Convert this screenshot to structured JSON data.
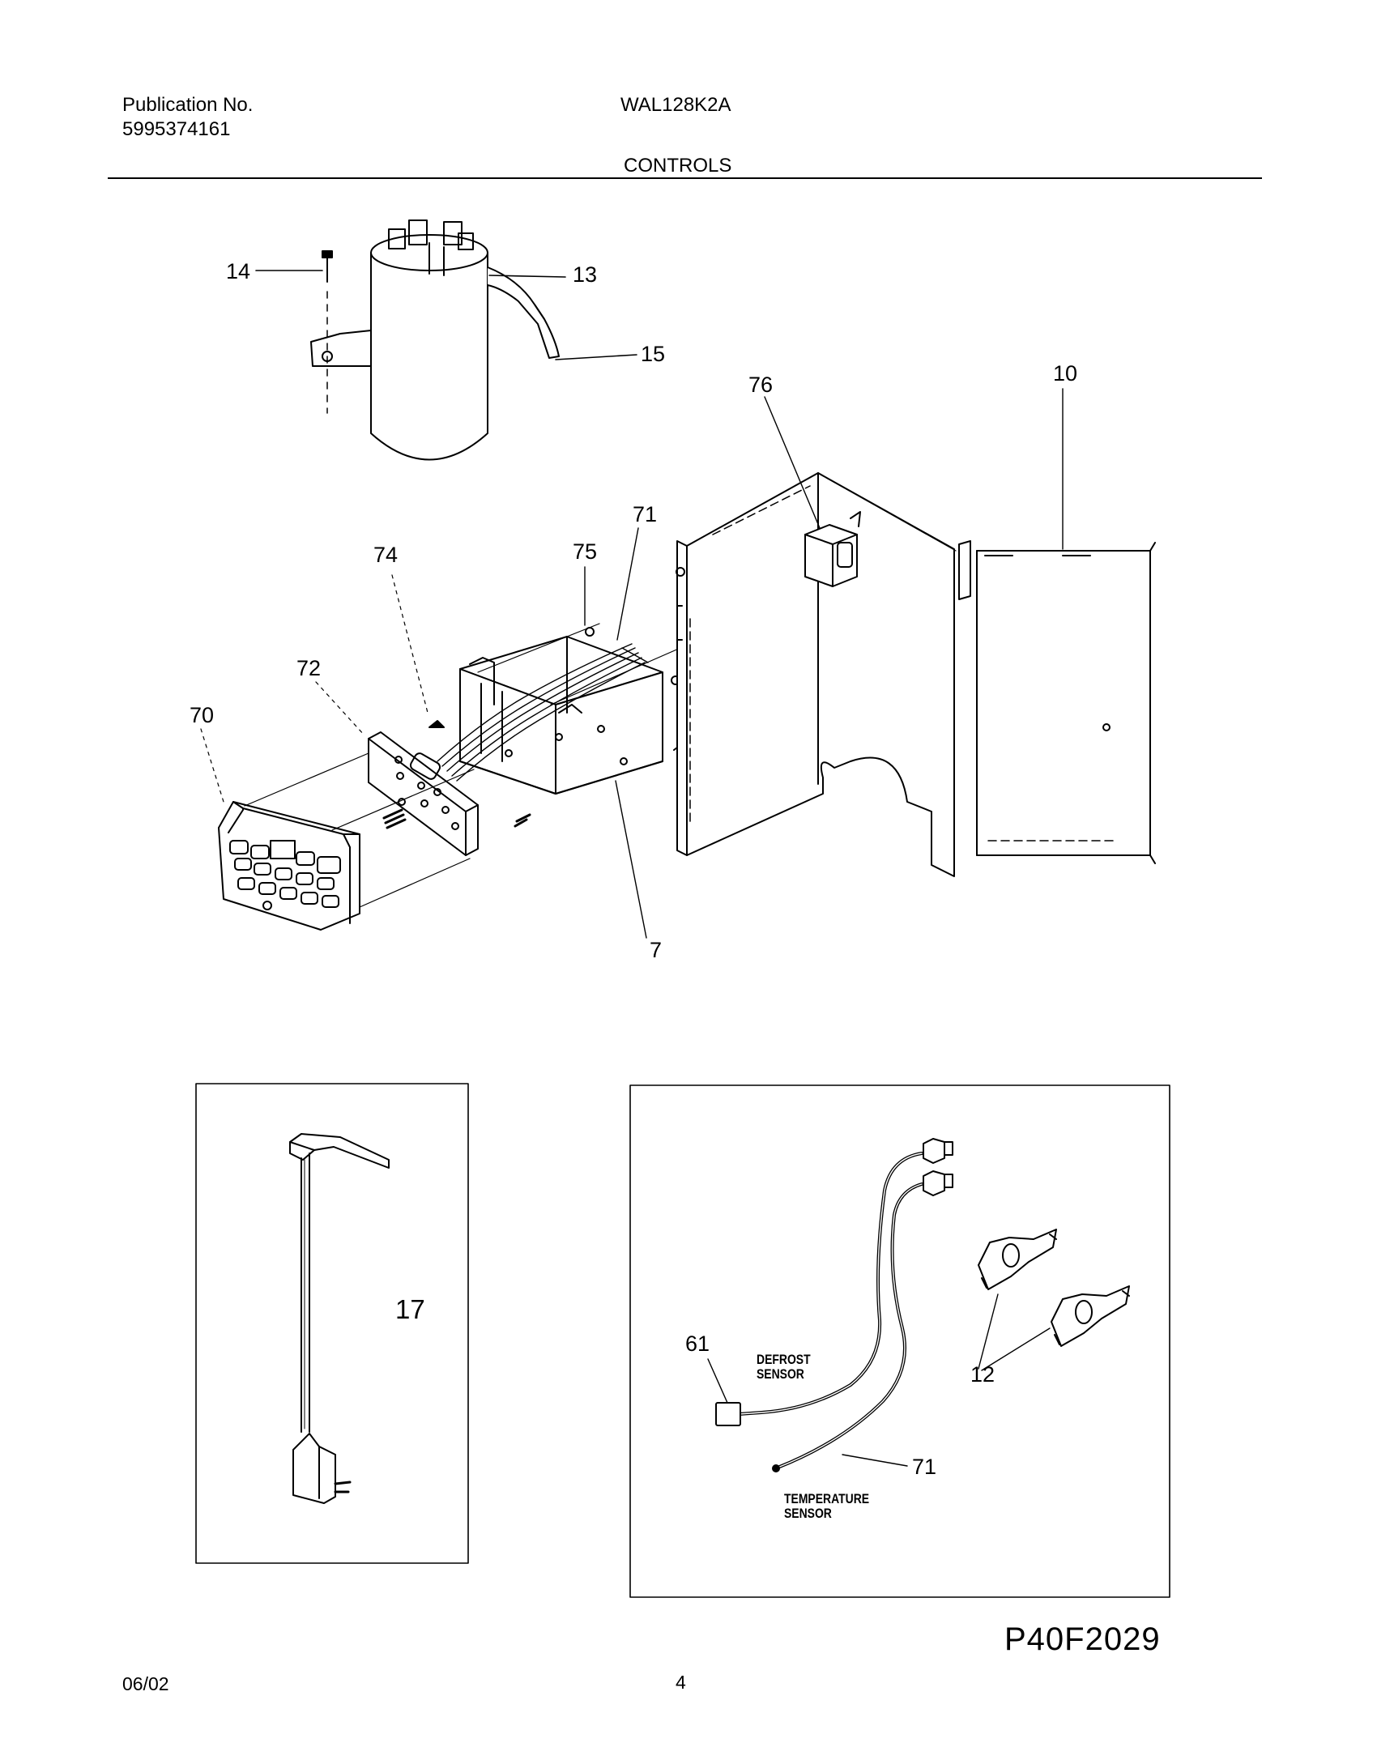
{
  "header": {
    "publication_label": "Publication No.",
    "publication_number": "5995374161",
    "model": "WAL128K2A",
    "section": "CONTROLS"
  },
  "callouts": {
    "c14": "14",
    "c13": "13",
    "c15": "15",
    "c76": "76",
    "c10": "10",
    "c74": "74",
    "c75": "75",
    "c71": "71",
    "c72": "72",
    "c70": "70",
    "c7": "7",
    "c17": "17",
    "c61": "61",
    "c12": "12",
    "c71b": "71"
  },
  "labels": {
    "defrost_line1": "DEFROST",
    "defrost_line2": "SENSOR",
    "temp_line1": "TEMPERATURE",
    "temp_line2": "SENSOR"
  },
  "footer": {
    "date": "06/02",
    "page": "4",
    "figure_code": "P40F2029"
  }
}
